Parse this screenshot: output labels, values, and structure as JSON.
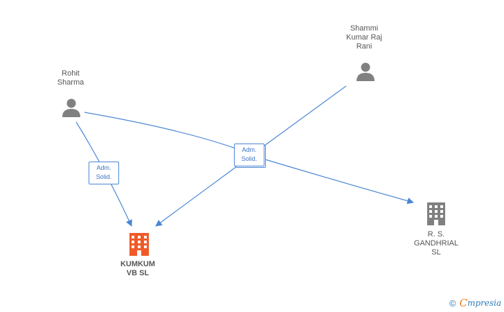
{
  "nodes": {
    "rohit": {
      "label": "Rohit\nSharma",
      "type": "person"
    },
    "shammi": {
      "label": "Shammi\nKumar Raj\nRani",
      "type": "person"
    },
    "kumkum": {
      "label": "KUMKUM\nVB  SL",
      "type": "company",
      "highlight": true
    },
    "gandhrial": {
      "label": "R.  S.\nGANDHRIAL\nSL",
      "type": "company",
      "highlight": false
    }
  },
  "edge_labels": {
    "left": "Adm.\nSolid.",
    "center": "Adm.\nSolid."
  },
  "colors": {
    "edge": "#4a86d4",
    "person_icon": "#808080",
    "company_highlight": "#f05a28",
    "company_icon": "#808080"
  },
  "footer": {
    "copyright": "©",
    "brand_first": "C",
    "brand_rest": "mpresia"
  }
}
